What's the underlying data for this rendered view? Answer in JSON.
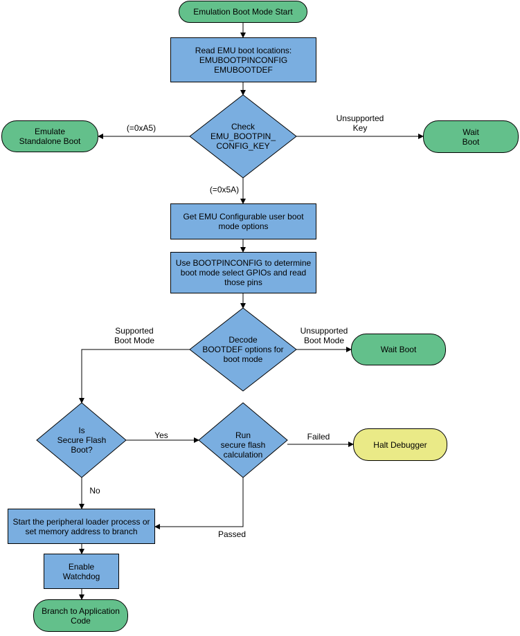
{
  "nodes": {
    "start": "Emulation Boot Mode Start",
    "read_emu": "Read EMU boot locations:\nEMUBOOTPINCONFIG\nEMUBOOTDEF",
    "check_key": "Check\nEMU_BOOTPIN_\nCONFIG_KEY",
    "emulate_standalone": "Emulate\nStandalone Boot",
    "wait_boot_1": "Wait\nBoot",
    "get_emu_options": "Get EMU Configurable user boot\nmode options",
    "use_bootpinconfig": "Use BOOTPINCONFIG to determine\nboot mode select GPIOs and read\nthose pins",
    "decode_bootdef": "Decode\nBOOTDEF options for\nboot mode",
    "wait_boot_2": "Wait Boot",
    "is_secure_flash": "Is\nSecure Flash\nBoot?",
    "run_secure_flash": "Run\nsecure flash\ncalculation",
    "halt_debugger": "Halt Debugger",
    "start_loader": "Start the peripheral loader process or\nset memory address to branch",
    "enable_watchdog": "Enable\nWatchdog",
    "branch_app": "Branch to Application\nCode"
  },
  "edge_labels": {
    "key_a5": "(=0xA5)",
    "key_unsupported": "Unsupported\nKey",
    "key_5a": "(=0x5A)",
    "supported_boot_mode": "Supported\nBoot Mode",
    "unsupported_boot_mode": "Unsupported\nBoot Mode",
    "yes": "Yes",
    "failed": "Failed",
    "no": "No",
    "passed": "Passed"
  },
  "colors": {
    "process": "#7aaee0",
    "terminal_green": "#63c08b",
    "terminal_yellow": "#eaea87",
    "line": "#000000"
  }
}
